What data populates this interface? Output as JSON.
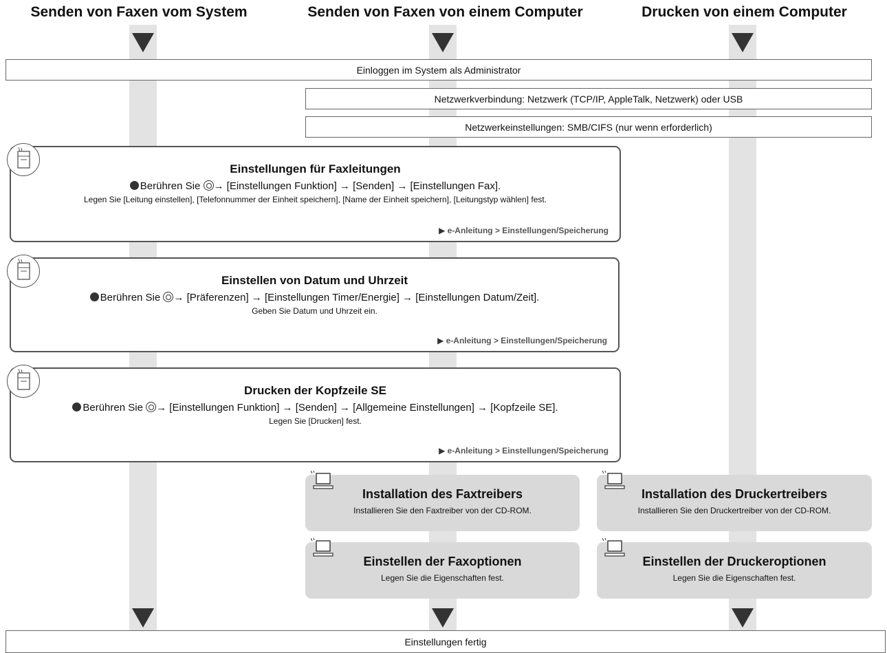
{
  "columns": [
    {
      "heading": "Senden von Faxen vom System"
    },
    {
      "heading": "Senden von Faxen von einem Computer"
    },
    {
      "heading": "Drucken von einem Computer"
    }
  ],
  "bars": {
    "login": "Einloggen im System als Administrator",
    "network_connection": "Netzwerkverbindung: Netzwerk (TCP/IP, AppleTalk, Netzwerk) oder USB",
    "network_settings": "Netzwerkeinstellungen: SMB/CIFS (nur wenn erforderlich)",
    "done": "Einstellungen fertig"
  },
  "panels": [
    {
      "title": "Einstellungen für Faxleitungen",
      "line1_pre": "Berühren Sie",
      "line1_post": "→ [Einstellungen Funktion] → [Senden] → [Einstellungen Fax].",
      "line2": "Legen Sie [Leitung einstellen], [Telefonnummer der Einheit speichern], [Name der Einheit speichern], [Leitungstyp wählen] fest.",
      "ref": "e-Anleitung > Einstellungen/Speicherung"
    },
    {
      "title": "Einstellen von Datum und Uhrzeit",
      "line1_pre": "Berühren Sie",
      "line1_post": "→ [Präferenzen] → [Einstellungen Timer/Energie] → [Einstellungen Datum/Zeit].",
      "line2": "Geben Sie Datum und Uhrzeit ein.",
      "ref": "e-Anleitung > Einstellungen/Speicherung"
    },
    {
      "title": "Drucken der Kopfzeile SE",
      "line1_pre": "Berühren Sie",
      "line1_post": "→ [Einstellungen Funktion] → [Senden] → [Allgemeine Einstellungen] → [Kopfzeile SE].",
      "line2": "Legen Sie [Drucken] fest.",
      "ref": "e-Anleitung > Einstellungen/Speicherung"
    }
  ],
  "computer_steps": {
    "fax_driver": {
      "title": "Installation des Faxtreibers",
      "sub": "Installieren Sie den Faxtreiber von der CD-ROM."
    },
    "printer_driver": {
      "title": "Installation des Druckertreibers",
      "sub": "Installieren Sie den Druckertreiber von der CD-ROM."
    },
    "fax_options": {
      "title": "Einstellen der Faxoptionen",
      "sub": "Legen Sie die Eigenschaften fest."
    },
    "printer_options": {
      "title": "Einstellen der Druckeroptionen",
      "sub": "Legen Sie die Eigenschaften fest."
    }
  },
  "ref_arrow": "▶",
  "colors": {
    "lane": "#e3e3e3",
    "gray_box": "#d9d9d9",
    "arrow": "#333333"
  }
}
